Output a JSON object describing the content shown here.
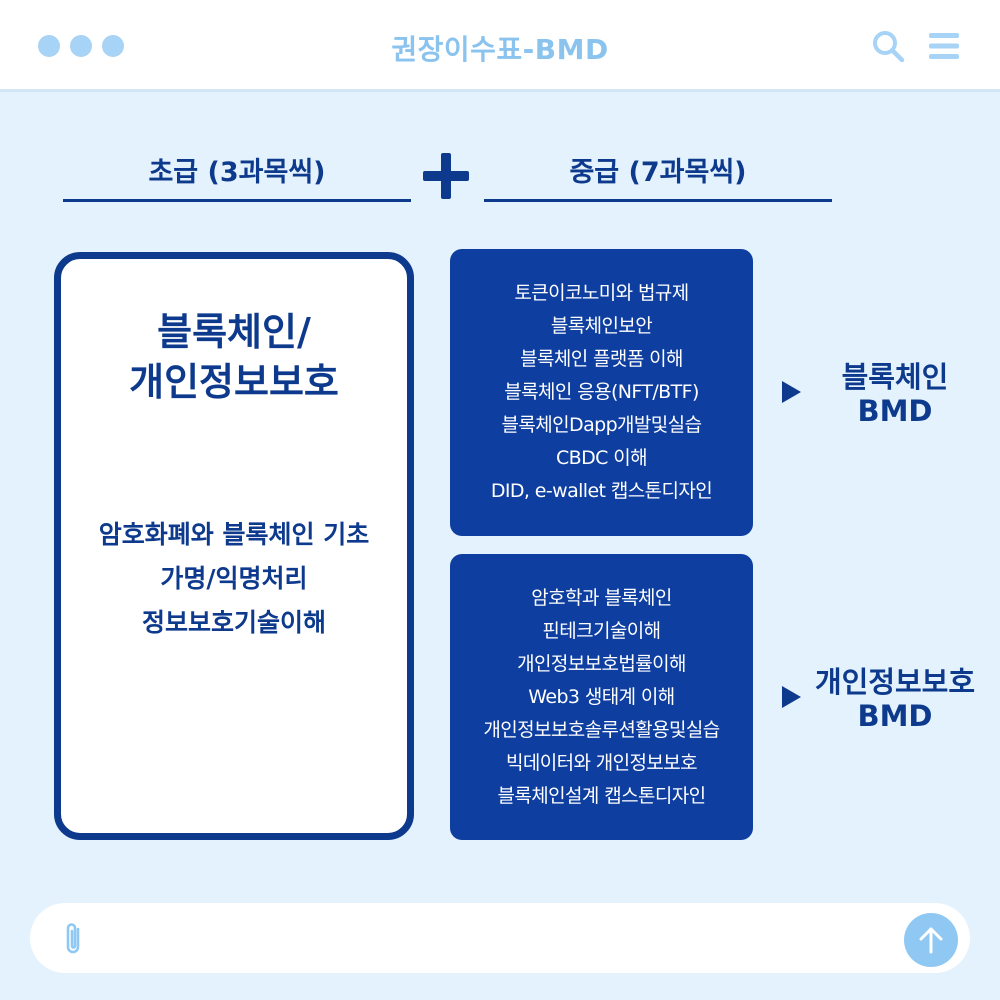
{
  "window": {
    "title": "권장이수표-BMD",
    "icons": [
      "window-dot-icon",
      "window-dot-icon",
      "window-dot-icon",
      "search-icon",
      "menu-icon"
    ]
  },
  "columns": {
    "basic_header": "초급 (3과목씩)",
    "intermediate_header": "중급 (7과목씩)",
    "plus_icon": "plus-icon"
  },
  "basic": {
    "title_line1": "블록체인/",
    "title_line2": "개인정보보호",
    "items": [
      "암호화폐와 블록체인 기초",
      "가명/익명처리",
      "정보보호기술이해"
    ]
  },
  "blockchain_track": {
    "courses": [
      "토큰이코노미와 법규제",
      "블록체인보안",
      "블록체인 플랫폼 이해",
      "블록체인 응용(NFT/BTF)",
      "블록체인Dapp개발및실습",
      "CBDC 이해",
      "DID, e-wallet 캡스톤디자인"
    ],
    "result_line1": "블록체인",
    "result_line2": "BMD"
  },
  "privacy_track": {
    "courses": [
      "암호학과 블록체인",
      "핀테크기술이해",
      "개인정보보호법률이해",
      "Web3 생태계 이해",
      "개인정보보호솔루션활용및실습",
      "빅데이터와 개인정보보호",
      "블록체인설계 캡스톤디자인"
    ],
    "result_line1": "개인정보보호",
    "result_line2": "BMD"
  },
  "input_bar": {
    "icons": [
      "paperclip-icon",
      "arrow-up-icon"
    ]
  },
  "colors": {
    "background": "#e3f2fc",
    "navy": "#0d3a8c",
    "box_blue": "#0d3ea0",
    "light_blue": "#8fc9f3"
  }
}
